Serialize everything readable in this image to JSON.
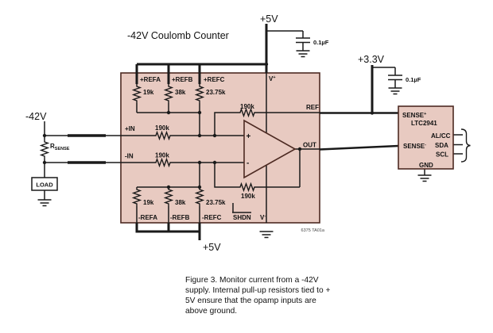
{
  "colors": {
    "block_fill": "#e8cac1",
    "block_border": "#4d2a22",
    "wire": "#1a1a1a",
    "background": "#ffffff"
  },
  "title": "-42V Coulomb Counter",
  "rails": {
    "vcc_top": "+5V",
    "vcc_bottom": "+5V",
    "v33": "+3.3V",
    "vneg": "-42V"
  },
  "capacitors": {
    "c1": "0.1µF",
    "c2": "0.1µF"
  },
  "load": {
    "label": "LOAD",
    "rsense_base": "R",
    "rsense_sub": "SENSE"
  },
  "amp_block": {
    "pins": {
      "in_pos": "+IN",
      "in_neg": "-IN",
      "vplus_base": "V",
      "vplus_sup": "+",
      "vminus_base": "V",
      "vminus_sup": "-",
      "ref": "REF",
      "out": "OUT",
      "shdn": "SHDN"
    },
    "ref_labels": {
      "pos_a": "+REFA",
      "pos_b": "+REFB",
      "pos_c": "+REFC",
      "neg_a": "-REFA",
      "neg_b": "-REFB",
      "neg_c": "-REFC"
    },
    "resistors": {
      "r_a": "19k",
      "r_b": "38k",
      "r_c": "23.75k",
      "r_fb": "190k"
    },
    "opamp": {
      "plus": "+",
      "minus": "-"
    },
    "note": "6375 TA01a"
  },
  "ltc2941": {
    "part": "LTC2941",
    "sense_pos_base": "SENSE",
    "sense_pos_sup": "+",
    "sense_neg_base": "SENSE",
    "sense_neg_sup": "-",
    "alcc": "AL/CC",
    "sda": "SDA",
    "scl": "SCL",
    "gnd": "GND"
  },
  "caption": {
    "line1": "Figure 3. Monitor current from a -42V",
    "line2": "supply. Internal pull-up resistors tied to +",
    "line3": "5V ensure that the opamp inputs are",
    "line4": "above ground."
  }
}
